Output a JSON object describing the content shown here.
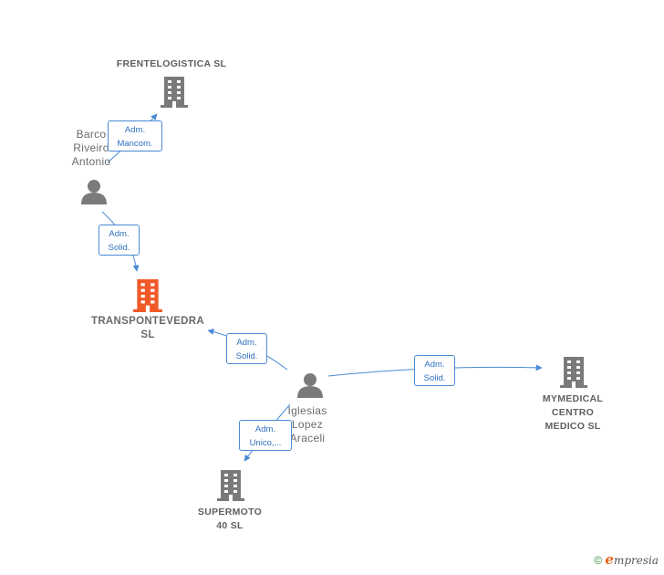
{
  "nodes": {
    "frentelogistica": {
      "name": "FRENTELOGISTICA SL"
    },
    "barco": {
      "line1": "Barco",
      "line2": "Riveiro",
      "line3": "Antonio"
    },
    "transpontevedra": {
      "line1": "TRANSPONTEVEDRA",
      "line2": "SL"
    },
    "iglesias": {
      "line1": "Iglesias",
      "line2": "Lopez",
      "line3": "Araceli"
    },
    "mymedical": {
      "line1": "MYMEDICAL",
      "line2": "CENTRO",
      "line3": "MEDICO  SL"
    },
    "supermoto": {
      "line1": "SUPERMOTO",
      "line2": "40  SL"
    }
  },
  "edges": {
    "barco_frentelogistica": {
      "line1": "Adm.",
      "line2": "Mancom."
    },
    "barco_transpontevedra": {
      "line1": "Adm.",
      "line2": "Solid."
    },
    "iglesias_transpontevedra": {
      "line1": "Adm.",
      "line2": "Solid."
    },
    "iglesias_mymedical": {
      "line1": "Adm.",
      "line2": "Solid."
    },
    "iglesias_supermoto": {
      "line1": "Adm.",
      "line2": "Unico,..."
    }
  },
  "footer": {
    "copyright": "©",
    "brand_initial": "e",
    "brand_rest": "mpresia"
  },
  "colors": {
    "company": "#7a7a7a",
    "main_company": "#f05a28",
    "person": "#7a7a7a",
    "edge": "#4a8ad4"
  }
}
